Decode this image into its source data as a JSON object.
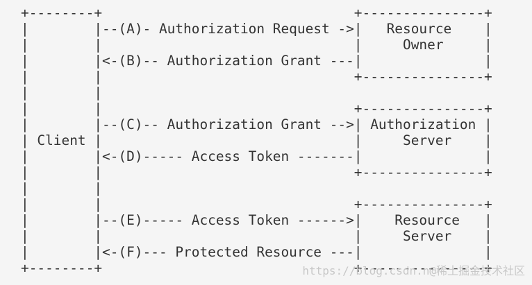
{
  "diagram": {
    "lines": [
      "+--------+                               +---------------+",
      "|        |--(A)- Authorization Request ->|   Resource    |",
      "|        |                               |     Owner     |",
      "|        |<-(B)-- Authorization Grant ---|               |",
      "|        |                               +---------------+",
      "|        |",
      "|        |                               +---------------+",
      "|        |--(C)-- Authorization Grant -->| Authorization |",
      "| Client |                               |     Server    |",
      "|        |<-(D)----- Access Token -------|               |",
      "|        |                               +---------------+",
      "|        |",
      "|        |                               +---------------+",
      "|        |--(E)----- Access Token ------>|    Resource   |",
      "|        |                               |     Server    |",
      "|        |<-(F)--- Protected Resource ---|               |",
      "+--------+                               +---------------+"
    ]
  },
  "watermark": "https://blog.csdn.n@稀土掘金技术社区"
}
